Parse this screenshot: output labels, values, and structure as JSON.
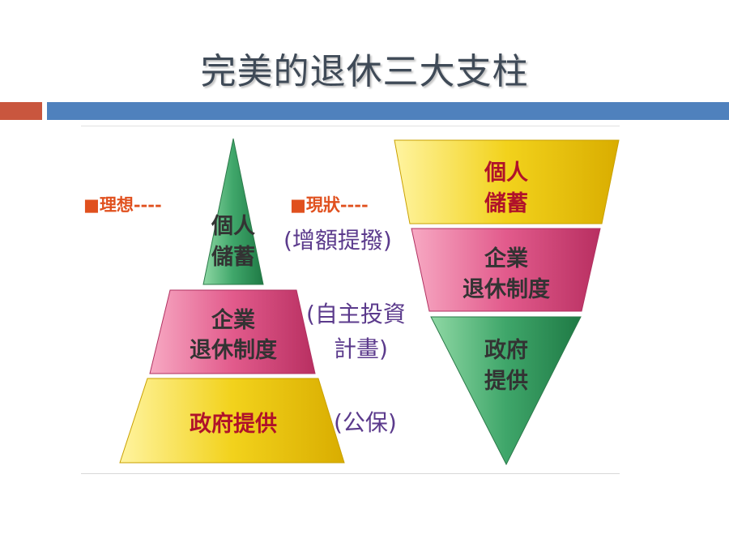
{
  "title": "完美的退休三大支柱",
  "colors": {
    "accent_bar": "#c9563e",
    "main_bar": "#4f81bd",
    "tier_green": "#3fa66a",
    "tier_pink": "#e25b8c",
    "tier_yellow": "#f2d21c",
    "tier_text": "#b0122a",
    "label_text": "#e0501e",
    "caption_text": "#5b3a8c"
  },
  "ideal": {
    "label": "■理想----",
    "tiers": [
      {
        "lines": [
          "個人",
          "儲蓄"
        ]
      },
      {
        "lines": [
          "企業",
          "退休制度"
        ]
      },
      {
        "lines": [
          "政府提供"
        ]
      }
    ]
  },
  "current": {
    "label": "■現狀----",
    "tiers": [
      {
        "lines": [
          "個人",
          "儲蓄"
        ]
      },
      {
        "lines": [
          "企業",
          "退休制度"
        ]
      },
      {
        "lines": [
          "政府",
          "提供"
        ]
      }
    ]
  },
  "captions": {
    "personal": "(增額提撥)",
    "corporate_1": "(自主投資",
    "corporate_2": "計畫)",
    "government": "(公保)"
  }
}
